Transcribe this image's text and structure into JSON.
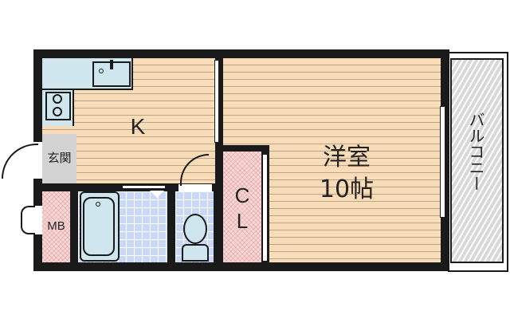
{
  "floorplan": {
    "rooms": {
      "kitchen": {
        "label": "K"
      },
      "entrance": {
        "label": "玄関"
      },
      "meter_box": {
        "label": "MB"
      },
      "closet": {
        "label_line1": "C",
        "label_line2": "L"
      },
      "western_room": {
        "label_line1": "洋室",
        "label_line2": "10帖"
      },
      "balcony": {
        "label": "バルコニー"
      }
    },
    "fixtures": [
      "sink",
      "gas-stove",
      "bathtub",
      "toilet"
    ],
    "colors": {
      "wall": "#1a1a1a",
      "floor": "#f8dcb8",
      "wet_area_tile": "#c9d8f4",
      "kitchen_counter": "#cfe6ee",
      "closet": "#f7d6d6",
      "entrance": "#d3d3d3",
      "balcony": "#d8d8d8"
    }
  }
}
